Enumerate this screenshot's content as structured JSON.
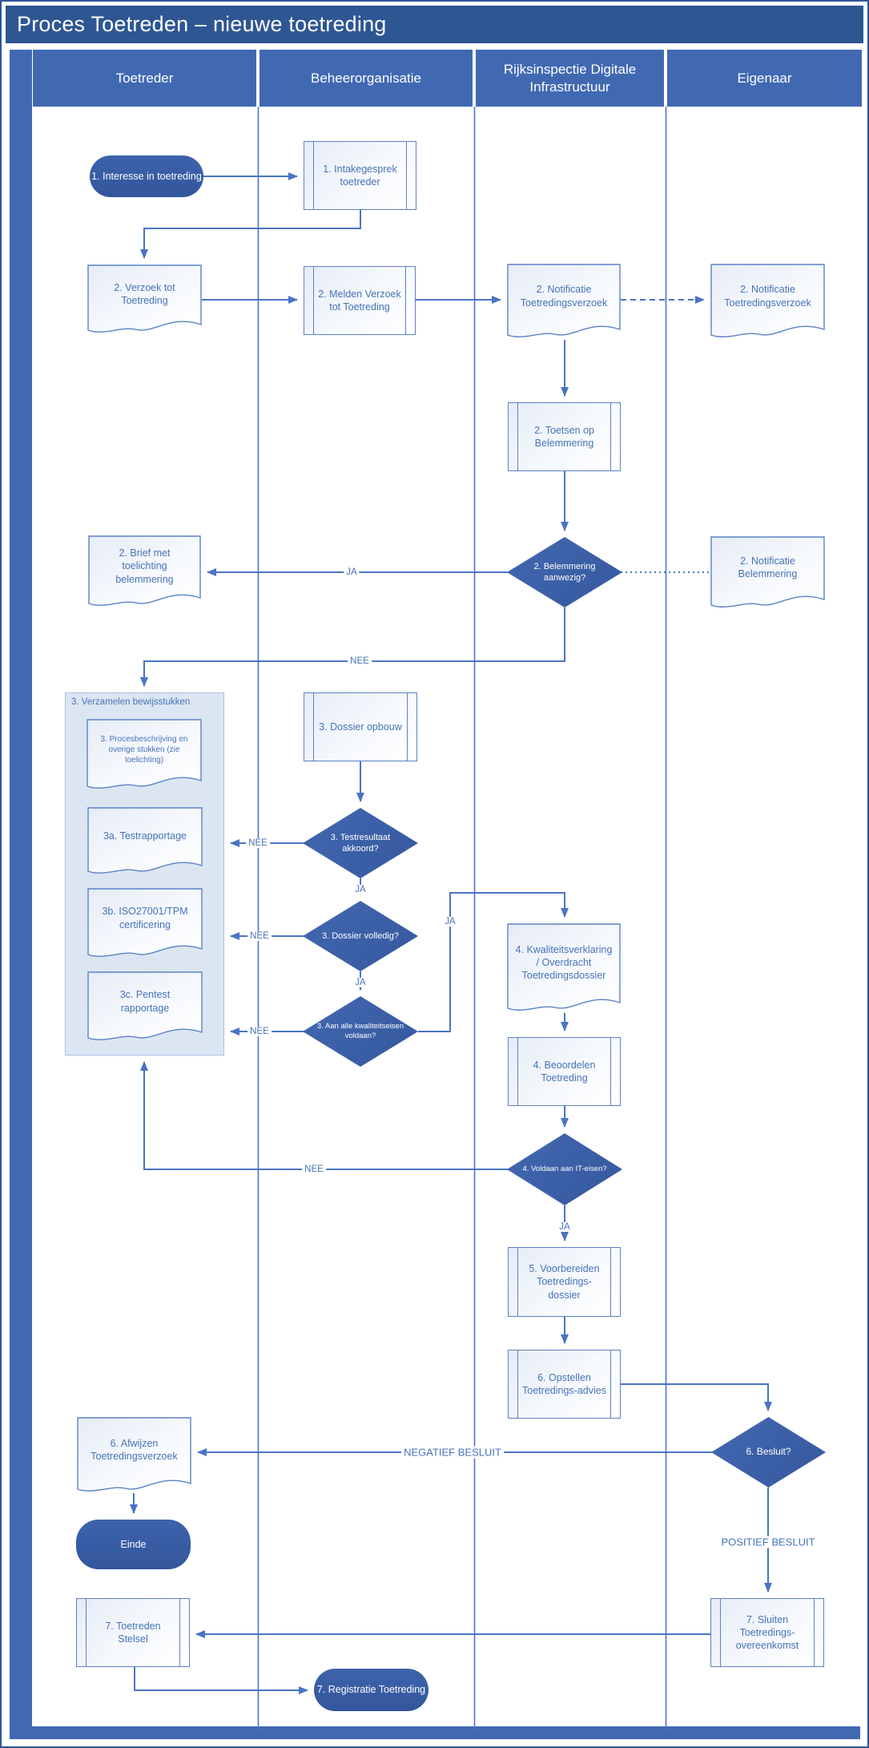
{
  "title": "Proces Toetreden – nieuwe toetreding",
  "lanes": [
    {
      "label": "Toetreder"
    },
    {
      "label": "Beheerorganisatie"
    },
    {
      "label": "Rijksinspectie Digitale Infrastructuur"
    },
    {
      "label": "Eigenaar"
    }
  ],
  "colors": {
    "title_bar": "#2d5693",
    "lane_header": "#4069b2",
    "shape_fill_dark": "#3a5fa8",
    "shape_border": "#5b82c6",
    "connector": "#4a74c4",
    "shape_text": "#4673b8",
    "group_bg": "#dce6f2"
  },
  "nodes": {
    "start": "1. Interesse in toetreding",
    "intake": "1. Intakegesprek toetreder",
    "verzoek": "2. Verzoek tot Toetreding",
    "melden": "2. Melden Verzoek tot Toetreding",
    "notif_rdi": "2. Notificatie Toetredingsverzoek",
    "notif_eigenaar": "2. Notificatie Toetredingsverzoek",
    "toetsen": "2. Toetsen op Belemmering",
    "q_belemmering": "2. Belemmering aanwezig?",
    "brief": "2. Brief met toelichting belemmering",
    "notif_belemmering": "2. Notificatie Belemmering",
    "group_bewijs": "3. Verzamelen bewijsstukken",
    "procesbeschrijving": "3. Procesbeschrijving en overige stukken (zie toelichting)",
    "testrapportage": "3a. Testrapportage",
    "iso_certificering": "3b. ISO27001/TPM certificering",
    "pentest": "3c. Pentest rapportage",
    "dossier_opbouw": "3. Dossier opbouw",
    "q_testresultaat": "3. Testresultaat akkoord?",
    "q_volledig": "3. Dossier volledig?",
    "q_kwaliteitseisen": "3. Aan alle kwaliteitseisen voldaan?",
    "kwaliteitsverklaring": "4. Kwaliteitsverklaring / Overdracht Toetredingsdossier",
    "beoordelen": "4. Beoordelen Toetreding",
    "q_iteisen": "4. Voldaan aan IT-eisen?",
    "voorbereiden": "5. Voorbereiden Toetredings-dossier",
    "opstellen": "6. Opstellen Toetredings-advies",
    "q_besluit": "6. Besluit?",
    "afwijzen": "6. Afwijzen Toetredingsverzoek",
    "einde": "Einde",
    "toetreden_stelsel": "7. Toetreden Stelsel",
    "registratie": "7. Registratie Toetreding",
    "sluiten": "7. Sluiten Toetredings-overeenkomst"
  },
  "edge_labels": {
    "ja": "JA",
    "nee": "NEE",
    "negatief": "NEGATIEF BESLUIT",
    "positief": "POSITIEF BESLUIT"
  }
}
